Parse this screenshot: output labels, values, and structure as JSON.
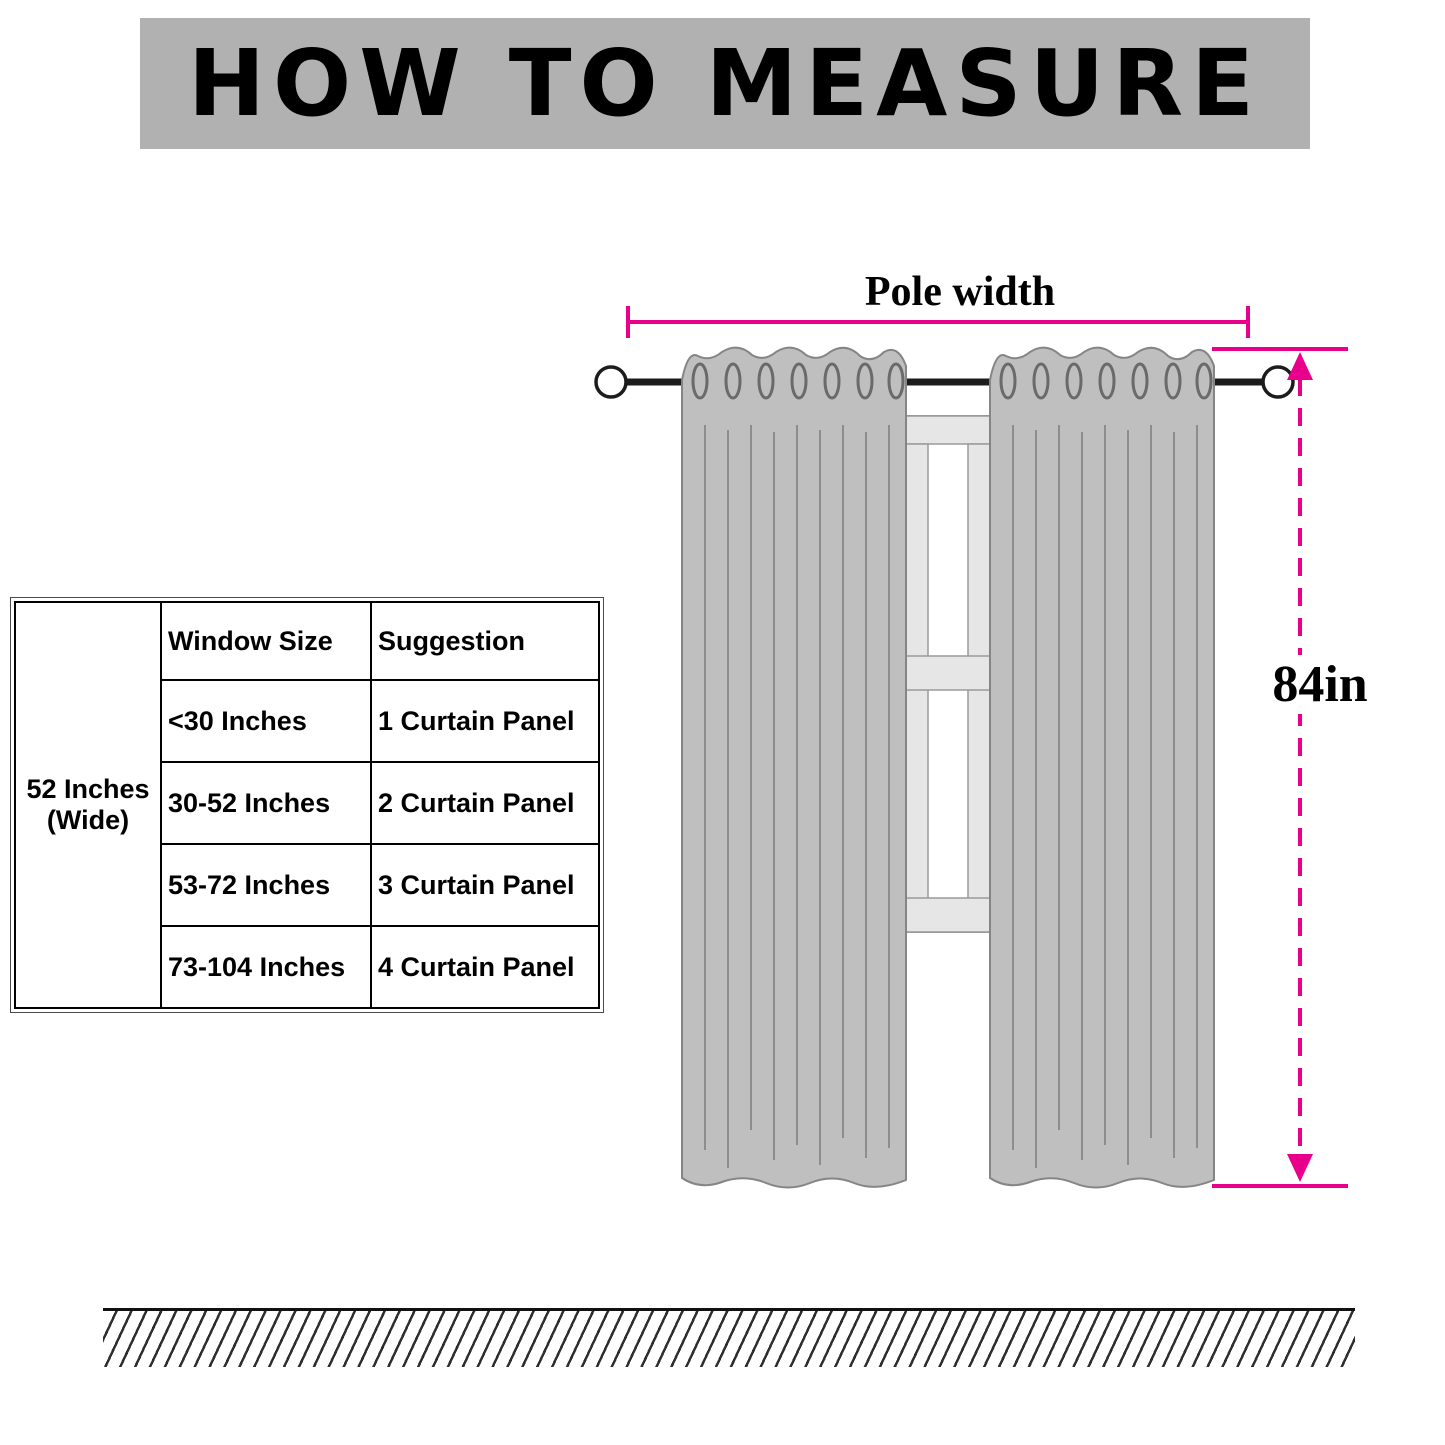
{
  "header": {
    "title": "HOW TO MEASURE"
  },
  "size_table": {
    "side_label": "52 Inches\n(Wide)",
    "columns": [
      "Window Size",
      "Suggestion"
    ],
    "rows": [
      {
        "window_size": "<30 Inches",
        "suggestion": "1 Curtain Panel"
      },
      {
        "window_size": "30-52 Inches",
        "suggestion": "2 Curtain Panel"
      },
      {
        "window_size": "53-72 Inches",
        "suggestion": "3 Curtain Panel"
      },
      {
        "window_size": "73-104 Inches",
        "suggestion": "4 Curtain Panel"
      }
    ]
  },
  "diagram": {
    "pole_width_label": "Pole width",
    "drop_height_label": "84in"
  },
  "colors": {
    "accent": "#e8008c",
    "header_bg": "#b1b1b1",
    "curtain": "#bfbfbf"
  }
}
